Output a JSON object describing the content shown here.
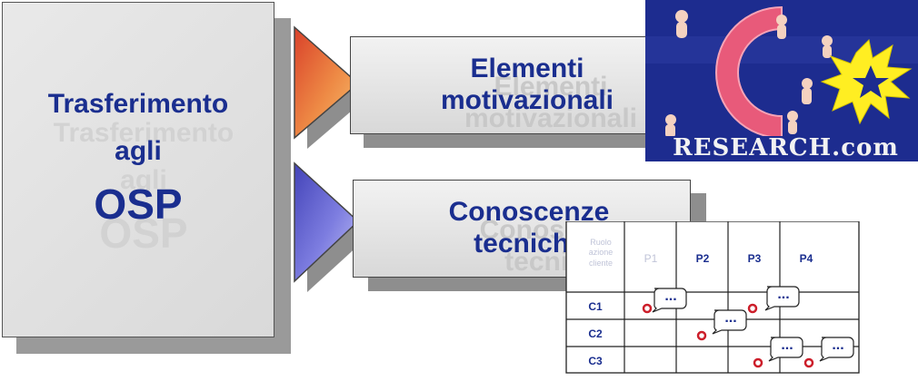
{
  "main": {
    "line1": "Trasferimento",
    "line2": "agli",
    "line3": "OSP"
  },
  "items": [
    {
      "line1": "Elementi",
      "line2": "motivazionali"
    },
    {
      "line1": "Conoscenze",
      "line2": "tecniche"
    }
  ],
  "photo": {
    "caption": "RESEARCH.com"
  },
  "grid": {
    "corner_lines": [
      "Ruolo",
      "azione",
      "cliente"
    ],
    "columns": [
      "P1",
      "P2",
      "P3",
      "P4"
    ],
    "rows": [
      "C1",
      "C2",
      "C3"
    ],
    "callout_text": "..."
  },
  "colors": {
    "text_blue": "#1a2e8f",
    "arrow_orange": "#e8743a",
    "arrow_violet": "#6a6ad0",
    "photo_bg": "#1d2c8f",
    "ring_pink": "#e85a7a",
    "star_yellow": "#ffee22",
    "marker_red": "#cc1e2a"
  }
}
